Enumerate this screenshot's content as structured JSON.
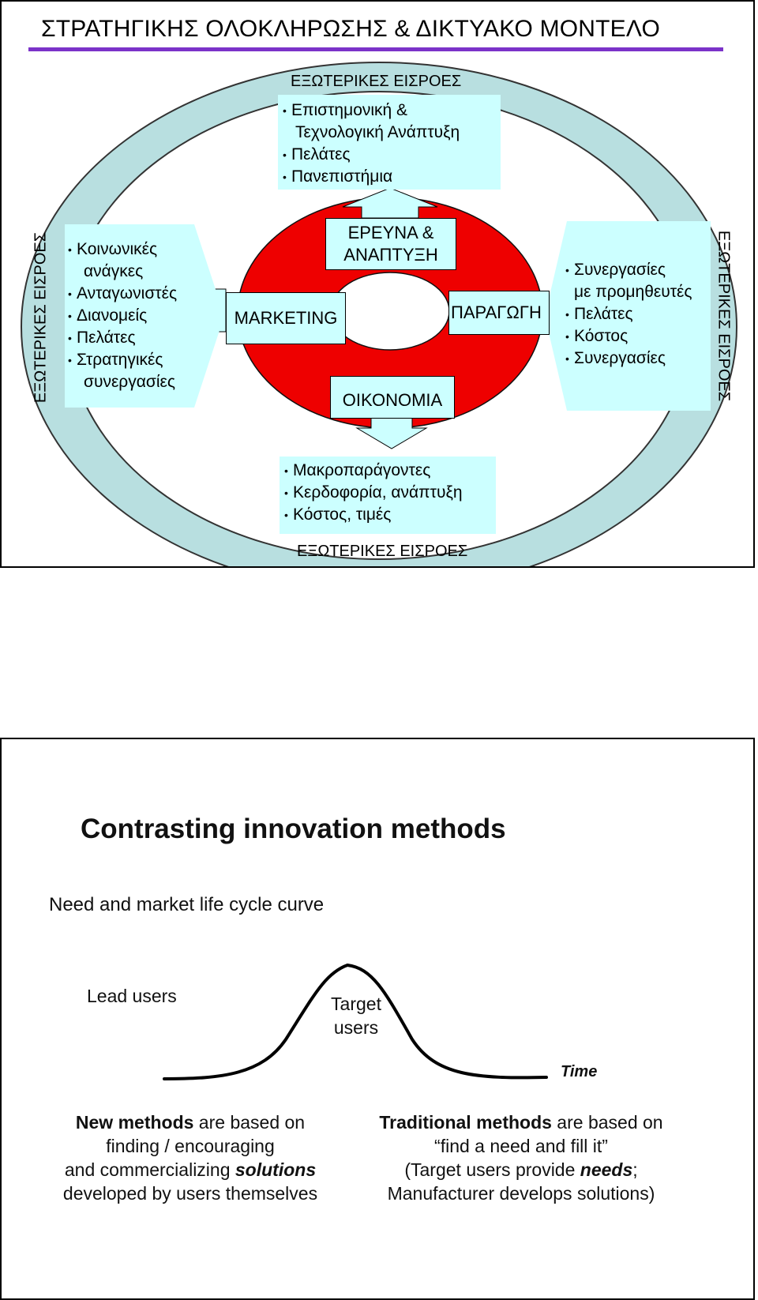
{
  "slide1": {
    "title": "ΣΤΡΑΤΗΓΙΚΗΣ ΟΛΟΚΛΗΡΩΣΗΣ & ΔΙΚΤΥΑΚΟ ΜΟΝΤΕΛΟ",
    "external_inputs_label": "ΕΞΩΤΕΡΙΚΕΣ ΕΙΣΡΟΕΣ",
    "top_box": [
      "Επιστημονική &",
      "Τεχνολογική Ανάπτυξη",
      "Πελάτες",
      "Πανεπιστήμια"
    ],
    "left_box": [
      "Κοινωνικές",
      "ανάγκες",
      "Ανταγωνιστές",
      "Διανομείς",
      "Πελάτες",
      "Στρατηγικές",
      "συνεργασίες"
    ],
    "right_box": [
      "Συνεργασίες",
      "με προμηθευτές",
      "Πελάτες",
      "Κόστος",
      "Συνεργασίες"
    ],
    "bottom_box": [
      "Μακροπαράγοντες",
      "Κερδοφορία, ανάπτυξη",
      "Κόστος, τιμές"
    ],
    "functions": {
      "rd_line1": "ΕΡΕΥΝΑ &",
      "rd_line2": "ΑΝΑΠΤΥΞΗ",
      "marketing": "MARKETING",
      "production": "ΠΑΡΑΓΩΓΗ",
      "finance": "ΟΙΚΟΝΟΜΙΑ"
    },
    "colors": {
      "outer_ring": "#b8dfe0",
      "core_ring": "#ee0000",
      "box_fill": "#ccffff",
      "title_rule": "#7b33c9"
    }
  },
  "slide2": {
    "title": "Contrasting innovation methods",
    "subtitle": "Need and market life cycle curve",
    "lead_users": "Lead users",
    "target_users_1": "Target",
    "target_users_2": "users",
    "time_label": "Time",
    "left_para": {
      "l1_bold": "New methods",
      "l1_rest": " are based on",
      "l2": "finding / encouraging",
      "l3_pre": "and commercializing ",
      "l3_em": "solutions",
      "l4": "developed by users themselves"
    },
    "right_para": {
      "l1_bold": "Traditional methods",
      "l1_rest": " are based on",
      "l2": "“find a need and fill it”",
      "l3_pre": "(Target users provide ",
      "l3_em": "needs",
      "l3_post": ";",
      "l4": "Manufacturer develops solutions)"
    }
  }
}
